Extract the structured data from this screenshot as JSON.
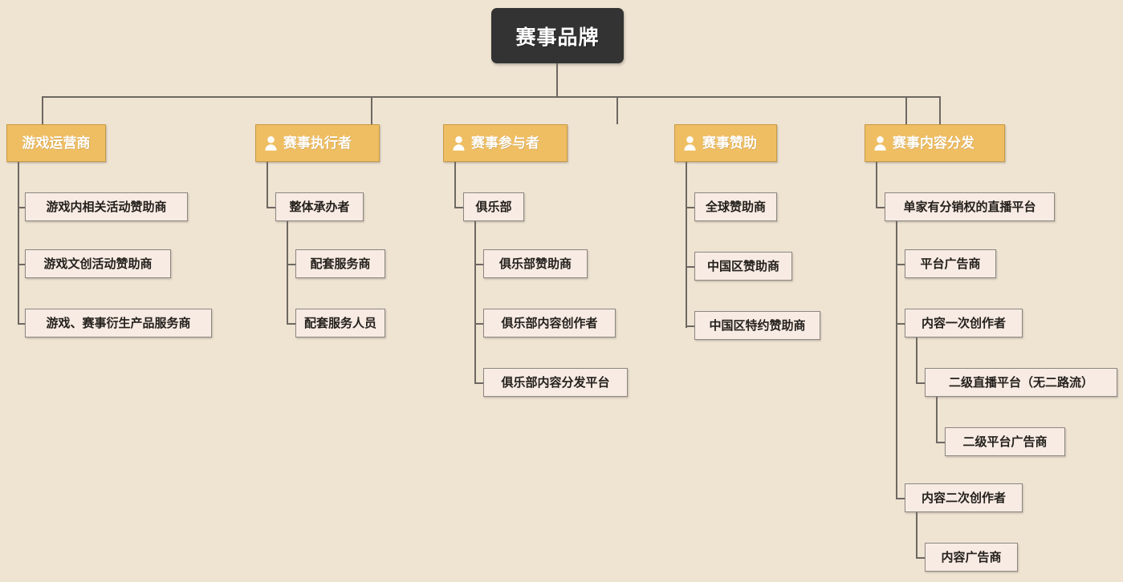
{
  "diagram": {
    "type": "organization-tree",
    "title": "赛事品牌",
    "background_color": "#EFE4D2",
    "root_color": "#333333",
    "branch_color": "#EFBE63",
    "branch_border_color": "#C79A45",
    "leaf_color": "#F7EBE3",
    "leaf_border_color": "#8C8782",
    "connector_color": "#6E6862"
  },
  "root": {
    "label": "赛事品牌"
  },
  "branches": [
    {
      "label": "游戏运营商",
      "icon": "none",
      "children": [
        {
          "label": "游戏内相关活动赞助商"
        },
        {
          "label": "游戏文创活动赞助商"
        },
        {
          "label": "游戏、赛事衍生产品服务商"
        }
      ]
    },
    {
      "label": "赛事执行者",
      "icon": "person-icon",
      "children": [
        {
          "label": "整体承办者",
          "children": [
            {
              "label": "配套服务商"
            },
            {
              "label": "配套服务人员"
            }
          ]
        }
      ]
    },
    {
      "label": "赛事参与者",
      "icon": "person-icon",
      "children": [
        {
          "label": "俱乐部",
          "children": [
            {
              "label": "俱乐部赞助商"
            },
            {
              "label": "俱乐部内容创作者"
            },
            {
              "label": "俱乐部内容分发平台"
            }
          ]
        }
      ]
    },
    {
      "label": "赛事赞助",
      "icon": "person-icon",
      "children": [
        {
          "label": "全球赞助商"
        },
        {
          "label": "中国区赞助商"
        },
        {
          "label": "中国区特约赞助商"
        }
      ]
    },
    {
      "label": "赛事内容分发",
      "icon": "person-icon",
      "children": [
        {
          "label": "单家有分销权的直播平台",
          "children": [
            {
              "label": "平台广告商"
            },
            {
              "label": "内容一次创作者",
              "children": [
                {
                  "label": "二级直播平台（无二路流）",
                  "children": [
                    {
                      "label": "二级平台广告商"
                    }
                  ]
                }
              ]
            },
            {
              "label": "内容二次创作者",
              "children": [
                {
                  "label": "内容广告商"
                }
              ]
            }
          ]
        }
      ]
    }
  ]
}
